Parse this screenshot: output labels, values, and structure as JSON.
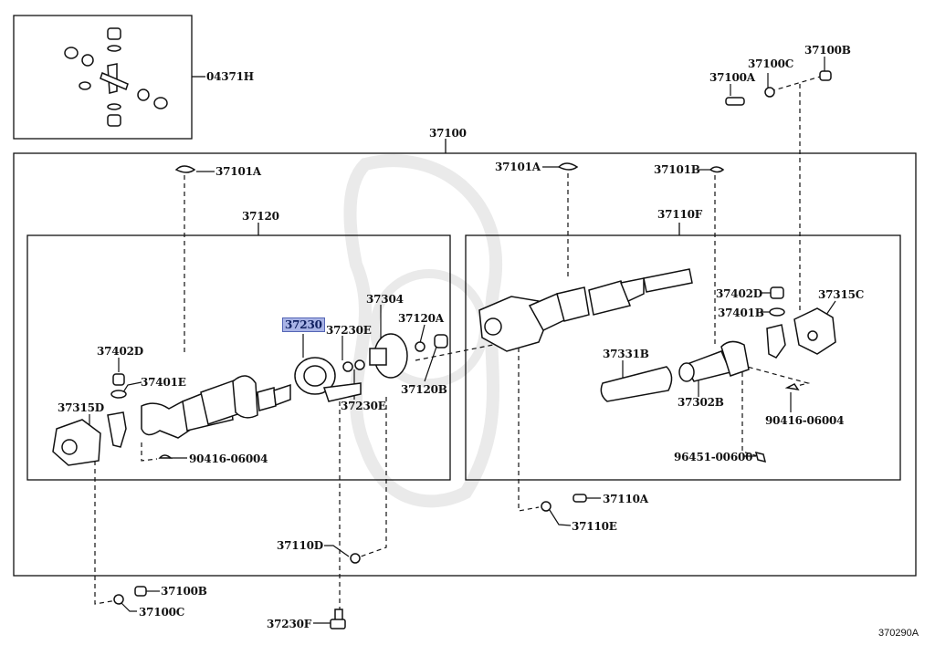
{
  "diagram": {
    "figure_id": "370290A",
    "highlighted_part": "37230",
    "accent_color": "#a9b4e6",
    "groups": {
      "kit": {
        "label": "04371H"
      },
      "assembly": {
        "label": "37100"
      },
      "front_shaft": {
        "label": "37120"
      },
      "rear_shaft": {
        "label": "37110F"
      }
    },
    "labels": {
      "p04371H": "04371H",
      "p37100": "37100",
      "p37100A": "37100A",
      "p37100B_top": "37100B",
      "p37100C_top": "37100C",
      "p37101A_left": "37101A",
      "p37101A_right": "37101A",
      "p37101B": "37101B",
      "p37120": "37120",
      "p37110F": "37110F",
      "p37230": "37230",
      "p37230E_top": "37230E",
      "p37230E_bottom": "37230E",
      "p37304": "37304",
      "p37120A": "37120A",
      "p37120B": "37120B",
      "p37402D_left": "37402D",
      "p37401E": "37401E",
      "p37315D": "37315D",
      "p90416_left": "90416-06004",
      "p37402D_right": "37402D",
      "p37401B": "37401B",
      "p37315C": "37315C",
      "p37331B": "37331B",
      "p37302B": "37302B",
      "p90416_right": "90416-06004",
      "p96451": "96451-00600",
      "p37110A": "37110A",
      "p37110E": "37110E",
      "p37110D": "37110D",
      "p37100B_bottom": "37100B",
      "p37100C_bottom": "37100C",
      "p37230F": "37230F"
    }
  }
}
